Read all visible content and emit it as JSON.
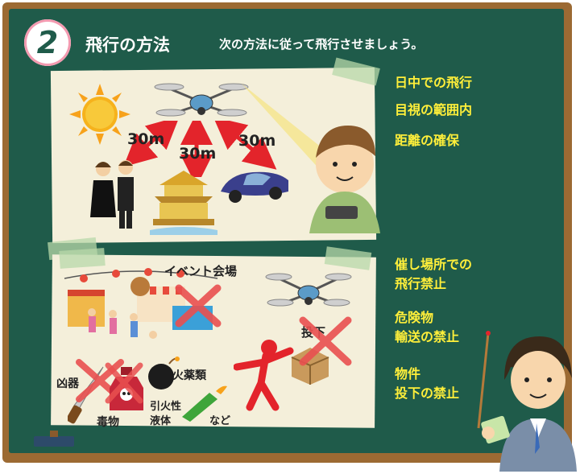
{
  "section": {
    "number": "2",
    "title": "飛行の方法",
    "description": "次の方法に従って飛行させましょう。"
  },
  "panel1": {
    "distances": [
      "30m",
      "30m",
      "30m"
    ],
    "rules": [
      "日中での飛行",
      "目視の範囲内",
      "距離の確保"
    ]
  },
  "panel2": {
    "labels": {
      "event": "イベント会場",
      "drop": "投下",
      "weapon": "凶器",
      "poison": "毒物",
      "explosive": "火薬類",
      "flammable_line1": "引火性",
      "flammable_line2": "液体",
      "etc": "など"
    },
    "rules": [
      {
        "line1": "催し場所での",
        "line2": "飛行禁止"
      },
      {
        "line1": "危険物",
        "line2": "輸送の禁止"
      },
      {
        "line1": "物件",
        "line2": "投下の禁止"
      }
    ]
  },
  "colors": {
    "board": "#1f5b4a",
    "frame": "#9c6a33",
    "paper": "#f4efda",
    "rule_text": "#ffef3a",
    "arrow": "#e3242b",
    "badge_outline": "#f39ab0"
  },
  "icons": [
    "sun-icon",
    "drone-icon",
    "person-icon",
    "bride-groom-icon",
    "temple-icon",
    "car-icon",
    "festival-icon",
    "knife-icon",
    "poison-bottle-icon",
    "bomb-icon",
    "molotov-icon",
    "box-icon",
    "teacher-icon"
  ]
}
